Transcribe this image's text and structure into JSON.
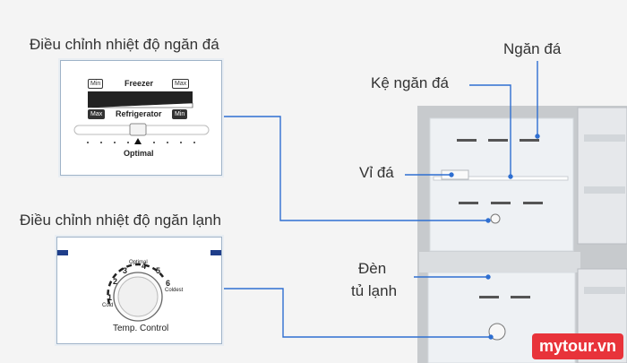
{
  "labels": {
    "freezer_control": "Điều chỉnh nhiệt độ ngăn đá",
    "fridge_control": "Điều chỉnh nhiệt độ ngăn lạnh",
    "freezer_compartment": "Ngăn đá",
    "freezer_shelf": "Kệ ngăn đá",
    "ice_tray": "Vỉ đá",
    "fridge_light_line1": "Đèn",
    "fridge_light_line2": "tủ lạnh"
  },
  "freezer_panel": {
    "title": "Freezer",
    "min_top": "Min",
    "max_top": "Max",
    "max_bottom": "Max",
    "subtitle": "Refrigerator",
    "min_bottom": "Min",
    "caption": "Optimal"
  },
  "fridge_panel": {
    "dial_marks": [
      "1",
      "2",
      "3",
      "4",
      "5",
      "6"
    ],
    "cold": "Cold",
    "optimal": "Optimal",
    "coldest": "Coldest",
    "caption": "Temp. Control"
  },
  "watermark": "mytour.vn",
  "colors": {
    "leader_line": "#2f6fd1",
    "panel_border": "#9fb3c8",
    "fridge_frame": "#b9bcc0",
    "brand": "#e8333a"
  }
}
